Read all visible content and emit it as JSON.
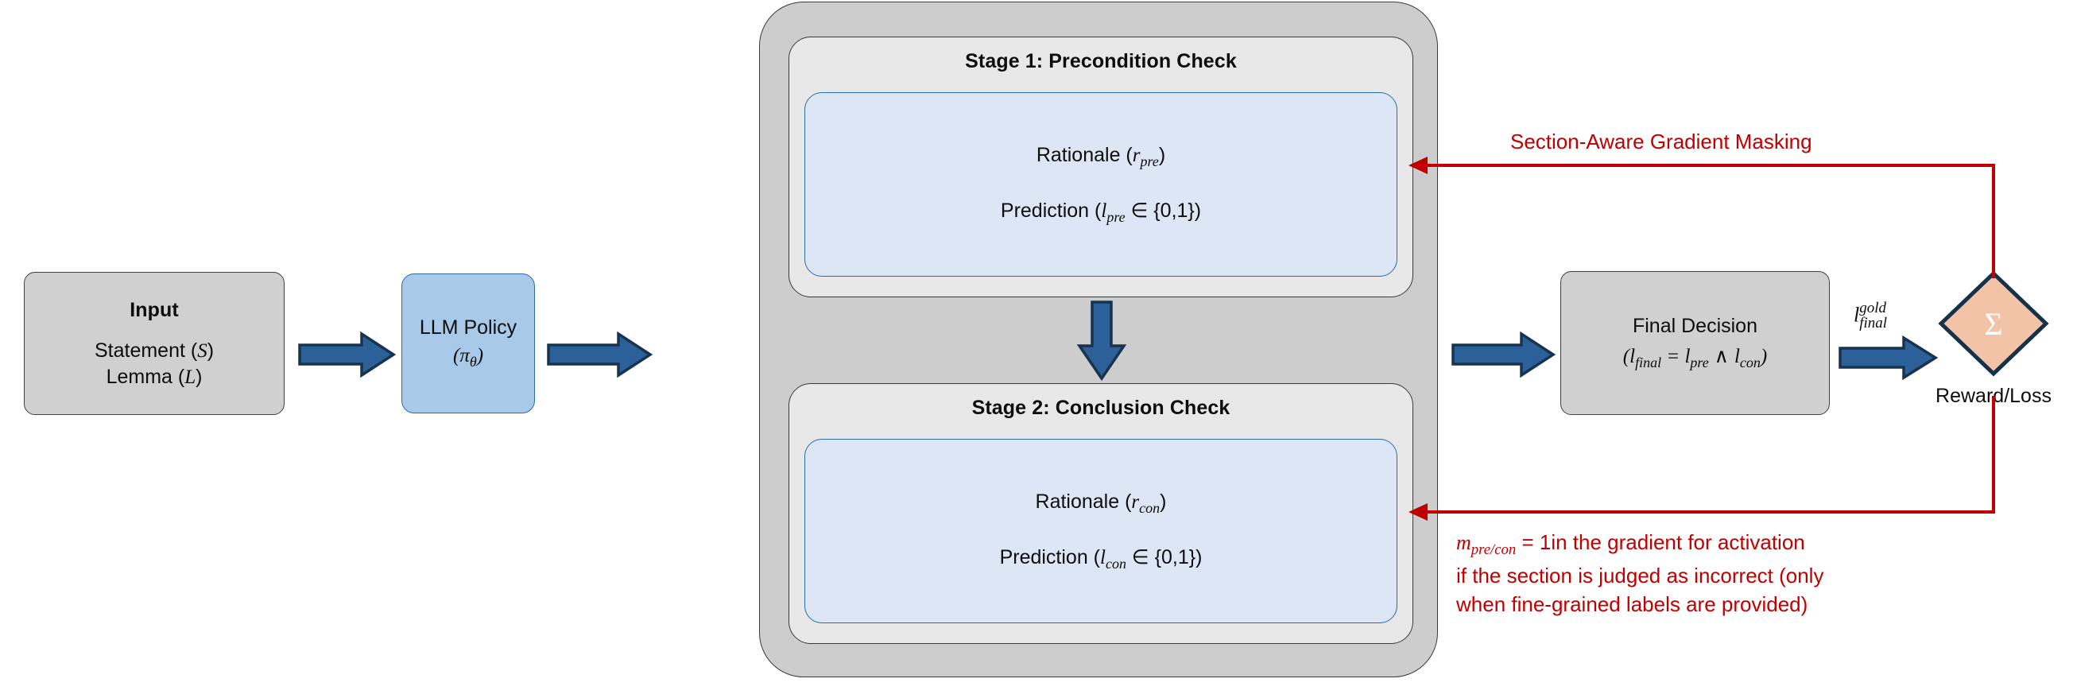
{
  "diagram": {
    "title_hidden": "Two-Stage Verification with Section-Aware Gradient Masking",
    "colors": {
      "gray_fill": "#d0d0d0",
      "outer_fill": "#cdcdcd",
      "stage_fill": "#e8e8e8",
      "inner_blue_fill": "#dce6f4",
      "policy_blue_fill": "#a9c9e8",
      "blue_arrow": "#2b6098",
      "blue_arrow_border": "#1b3a57",
      "red_accent": "#c00000",
      "diamond_fill": "#f2c3a7",
      "diamond_border": "#16314a",
      "border_gray": "#3a3a3a"
    }
  },
  "input_node": {
    "title": "Input",
    "line1_label": "Statement (",
    "line1_sym": "S",
    "line1_close": ")",
    "line2_label": "Lemma (",
    "line2_sym": "L",
    "line2_close": ")"
  },
  "policy_node": {
    "line1": "LLM Policy",
    "paren_open": "(",
    "pi": "π",
    "theta": "θ",
    "paren_close": ")"
  },
  "stage1": {
    "title": "Stage 1: Precondition Check",
    "rationale_label": "Rationale (",
    "rationale_sym": "r",
    "rationale_sub": "pre",
    "rationale_close": ")",
    "prediction_label": "Prediction (",
    "prediction_sym": "l",
    "prediction_sub": "pre",
    "prediction_tail": " ∈ {0,1})"
  },
  "stage2": {
    "title": "Stage 2: Conclusion Check",
    "rationale_label": "Rationale (",
    "rationale_sym": "r",
    "rationale_sub": "con",
    "rationale_close": ")",
    "prediction_label": "Prediction (",
    "prediction_sym": "l",
    "prediction_sub": "con",
    "prediction_tail": " ∈ {0,1})"
  },
  "final_node": {
    "title": "Final Decision",
    "formula_open": "(",
    "f_sym": "l",
    "f_sub": "final",
    "eq": " = ",
    "a_sym": "l",
    "a_sub": "pre",
    "wedge": " ∧ ",
    "b_sym": "l",
    "b_sub": "con",
    "formula_close": ")"
  },
  "gold_label": {
    "sym": "l",
    "sup": "gold",
    "sub": "final"
  },
  "reward_node": {
    "glyph": "Σ",
    "caption": "Reward/Loss"
  },
  "annotations": {
    "top_label": "Section-Aware Gradient Masking",
    "bottom": {
      "line1_sym": "m",
      "line1_sub": "pre/con",
      "line1_rest": " = 1in the gradient for activation",
      "line2": "if the section is judged as incorrect (only",
      "line3": "when fine-grained labels are provided)"
    }
  },
  "arrows": {
    "input_to_policy": "arrow-right",
    "policy_to_stages": "arrow-right",
    "stage1_to_stage2": "arrow-down",
    "stages_to_final": "arrow-right",
    "final_to_reward": "arrow-right",
    "reward_to_stage1": "feedback-arrow-top",
    "reward_to_stage2": "feedback-arrow-bottom"
  }
}
